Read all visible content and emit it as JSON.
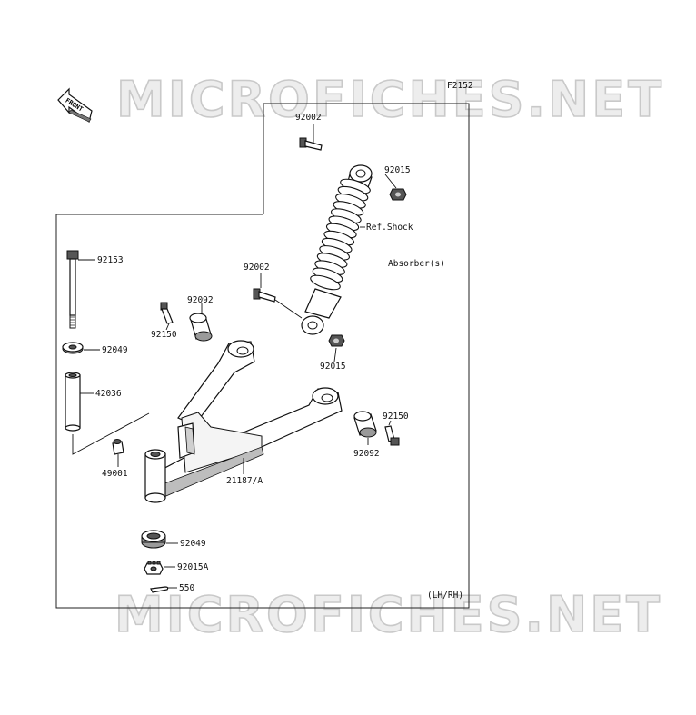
{
  "figure": {
    "figure_code": "F2152",
    "side_note": "(LH/RH)",
    "front_arrow_label": "FRONT",
    "watermark_top": "MICROFICHES.NET",
    "watermark_bottom": "MICROFICHES.NET"
  },
  "parts": [
    {
      "id": "bolt-top",
      "label": "92002"
    },
    {
      "id": "nut-top",
      "label": "92015"
    },
    {
      "id": "shock-ref",
      "label": "Ref.Shock",
      "label2": "Absorber(s)"
    },
    {
      "id": "bolt-lower",
      "label": "92002"
    },
    {
      "id": "nut-lower",
      "label": "92015"
    },
    {
      "id": "long-bolt",
      "label": "92153"
    },
    {
      "id": "washer-upper",
      "label": "92049"
    },
    {
      "id": "sleeve",
      "label": "42036"
    },
    {
      "id": "fitting",
      "label": "49001"
    },
    {
      "id": "bolt-left",
      "label": "92150"
    },
    {
      "id": "bushing-left",
      "label": "92092"
    },
    {
      "id": "arm",
      "label": "21187/A"
    },
    {
      "id": "bolt-right",
      "label": "92150"
    },
    {
      "id": "bushing-right",
      "label": "92092"
    },
    {
      "id": "washer-lower",
      "label": "92049"
    },
    {
      "id": "nut-bottom",
      "label": "92015A"
    },
    {
      "id": "cotter-pin",
      "label": "550"
    }
  ]
}
